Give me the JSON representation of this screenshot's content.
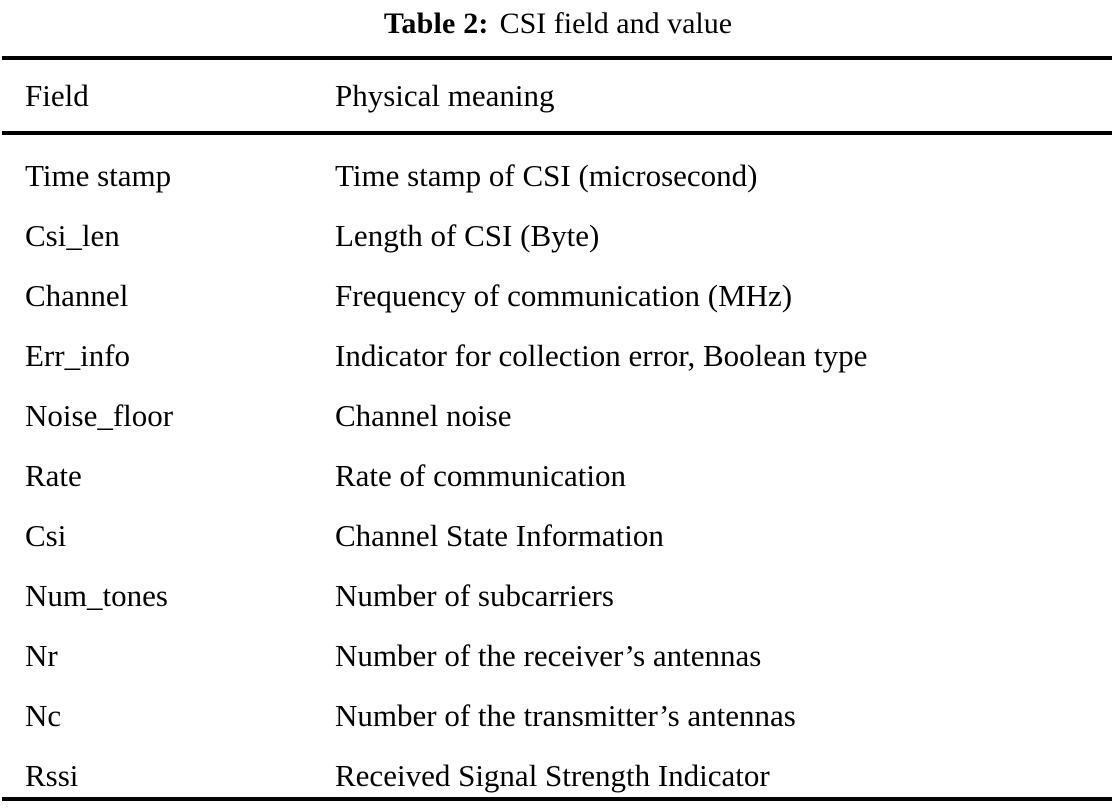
{
  "caption": {
    "label": "Table 2:",
    "text": "CSI field and value"
  },
  "table": {
    "columns": [
      {
        "key": "field",
        "header": "Field"
      },
      {
        "key": "meaning",
        "header": "Physical meaning"
      }
    ],
    "rows": [
      {
        "field": "Time stamp",
        "meaning": "Time stamp of CSI (microsecond)"
      },
      {
        "field": "Csi_len",
        "meaning": "Length of CSI (Byte)"
      },
      {
        "field": "Channel",
        "meaning": "Frequency of communication (MHz)"
      },
      {
        "field": "Err_info",
        "meaning": "Indicator for collection error, Boolean type"
      },
      {
        "field": "Noise_floor",
        "meaning": "Channel noise"
      },
      {
        "field": "Rate",
        "meaning": "Rate of communication"
      },
      {
        "field": "Csi",
        "meaning": "Channel State Information"
      },
      {
        "field": "Num_tones",
        "meaning": "Number of subcarriers"
      },
      {
        "field": "Nr",
        "meaning": "Number of the receiver’s antennas"
      },
      {
        "field": "Nc",
        "meaning": "Number of the transmitter’s antennas"
      },
      {
        "field": "Rssi",
        "meaning": "Received Signal Strength Indicator"
      }
    ]
  },
  "style": {
    "text_color": "#000000",
    "background_color": "#ffffff",
    "rule_color": "#000000"
  }
}
